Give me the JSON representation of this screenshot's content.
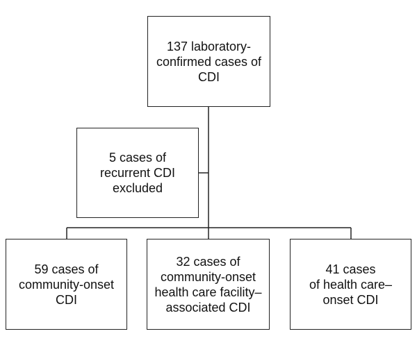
{
  "diagram": {
    "top_box": {
      "lines": "137 laboratory-\nconfirmed cases of\nCDI"
    },
    "excluded_box": {
      "lines": "5 cases of\nrecurrent CDI\nexcluded"
    },
    "bottom_boxes": [
      {
        "lines": "59 cases of\ncommunity-onset\nCDI"
      },
      {
        "lines": "32 cases of\ncommunity-onset\nhealth care facility–\nassociated CDI"
      },
      {
        "lines": "41 cases\nof health care–\nonset CDI"
      }
    ],
    "colors": {
      "line": "#222222",
      "box_border": "#222222",
      "background": "#ffffff"
    }
  }
}
